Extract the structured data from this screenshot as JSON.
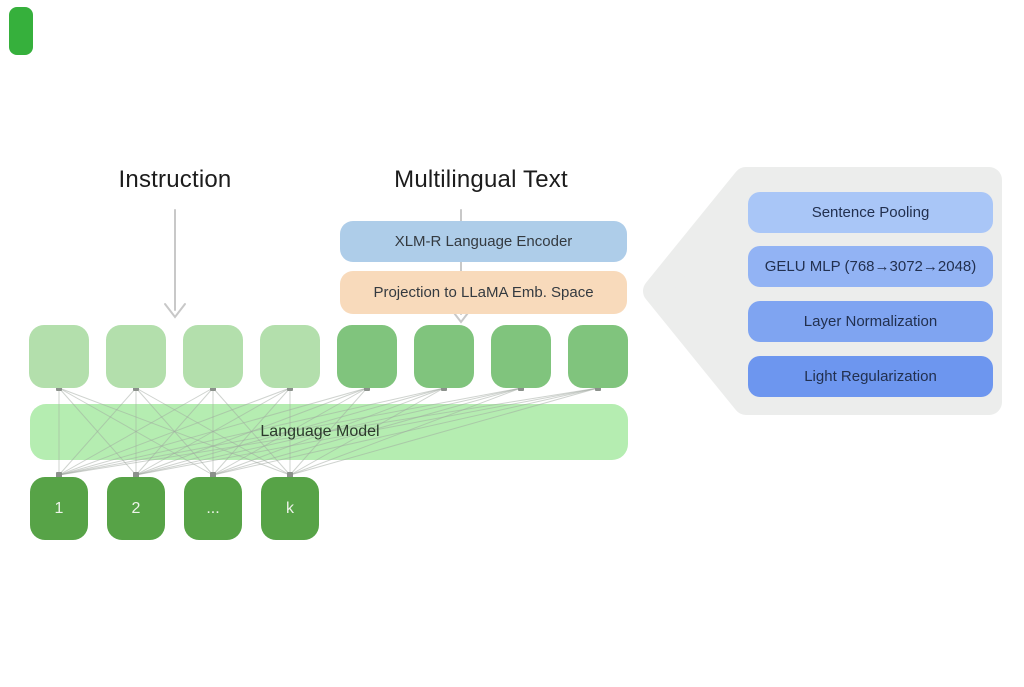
{
  "headings": {
    "instruction": "Instruction",
    "multilingual": "Multilingual Text"
  },
  "encoder_stack": {
    "encoder_label": "XLM-R Language Encoder",
    "projection_label": "Projection to LLaMA Emb. Space"
  },
  "language_model": {
    "label": "Language Model"
  },
  "input_tokens": {
    "instruction_count": 4,
    "text_count": 4
  },
  "output_tokens": [
    "1",
    "2",
    "...",
    "k"
  ],
  "callout": {
    "steps": [
      "Sentence Pooling",
      "GELU MLP (768→3072→2048)",
      "Layer Normalization",
      "Light Regularization"
    ]
  },
  "colors": {
    "accent_green_light": "#b3dfac",
    "accent_green_dark": "#80c47d",
    "bar_green": "#b5edb1",
    "token_green": "#57a347",
    "encoder_blue": "#aecde9",
    "projection_orange": "#f8dabb",
    "callout_grey": "#ecedec",
    "pill_blue_1": "#a9c6f7",
    "pill_blue_2": "#92b3f4",
    "pill_blue_3": "#7fa4f1",
    "pill_blue_4": "#6d96ef",
    "arrow_grey": "#c8c8c8",
    "line_grey": "#a0a8a0",
    "corner_accent_green": "#36b03c"
  }
}
